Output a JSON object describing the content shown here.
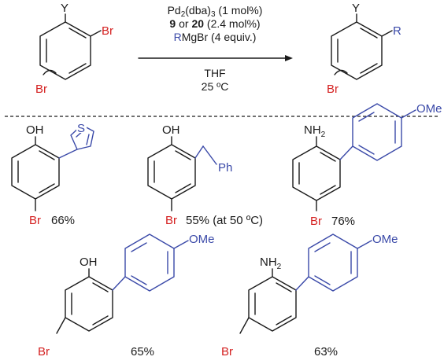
{
  "scheme": {
    "start_material": {
      "y_label": "Y",
      "br_label": "Br",
      "br_ring_label": "Br"
    },
    "product": {
      "y_label": "Y",
      "r_label": "R",
      "br_ring_label": "Br"
    },
    "conditions": {
      "line1_pre": "Pd",
      "line1_sub1": "2",
      "line1_mid": "(dba)",
      "line1_sub2": "3",
      "line1_post": " (1 mol%)",
      "line2_b1": "9",
      "line2_mid": " or ",
      "line2_b2": "20",
      "line2_post": " (2.4 mol%)",
      "line3_r": "R",
      "line3_rest": "MgBr (4 equiv.)",
      "line4": "THF",
      "line5": "25 ºC"
    }
  },
  "examples": [
    {
      "head": "OH",
      "substituent": "S",
      "br": "Br",
      "yield": "66%"
    },
    {
      "head": "OH",
      "substituent": "Ph",
      "br": "Br",
      "yield": "55% (at 50 ºC)"
    },
    {
      "head_main": "NH",
      "head_sub": "2",
      "substituent": "OMe",
      "br": "Br",
      "yield": "76%"
    },
    {
      "head": "OH",
      "substituent": "OMe",
      "br": "Br",
      "yield": "65%"
    },
    {
      "head_main": "NH",
      "head_sub": "2",
      "substituent": "OMe",
      "br": "Br",
      "yield": "63%"
    }
  ],
  "colors": {
    "bond": "#1a1a1a",
    "bromine": "#d42020",
    "new_group": "#3a49a8"
  }
}
